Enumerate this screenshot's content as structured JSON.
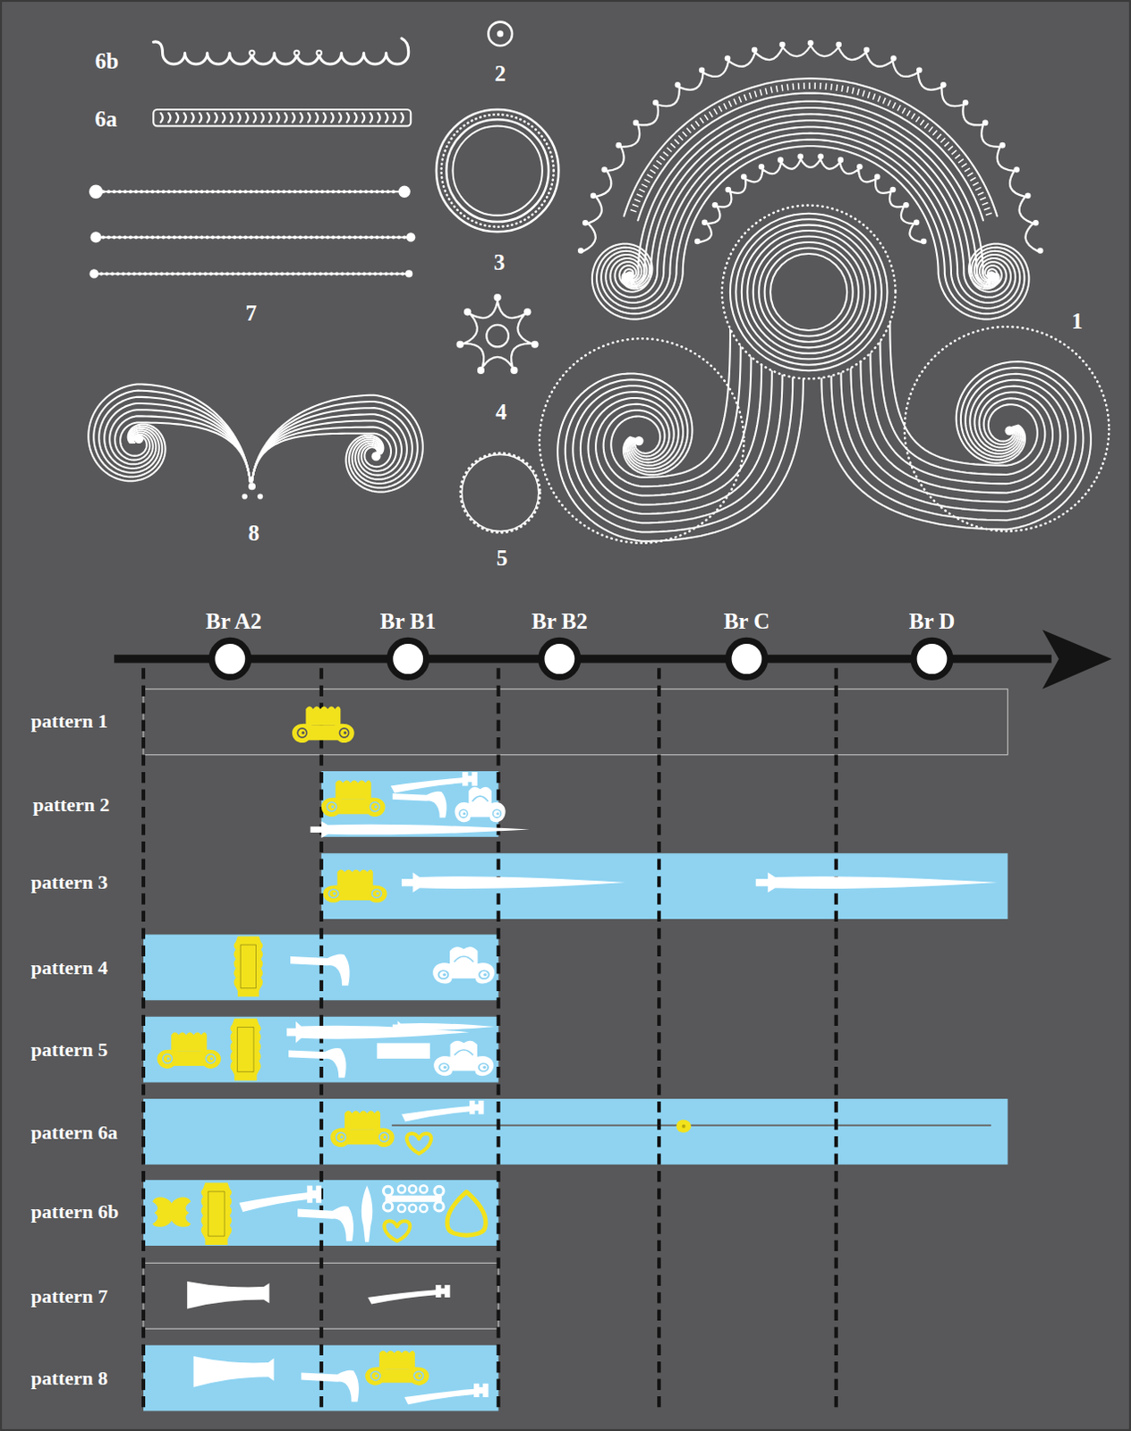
{
  "diagram": {
    "labels": [
      "6b",
      "2",
      "6a",
      "3",
      "7",
      "1",
      "4",
      "8",
      "5",
      "Br A2",
      "Br B1",
      "Br B2",
      "Br C",
      "Br D",
      "pattern 1",
      "pattern 2",
      "pattern 3",
      "pattern 4",
      "pattern 5",
      "pattern 6a",
      "pattern 6b",
      "pattern 7",
      "pattern 8"
    ]
  }
}
